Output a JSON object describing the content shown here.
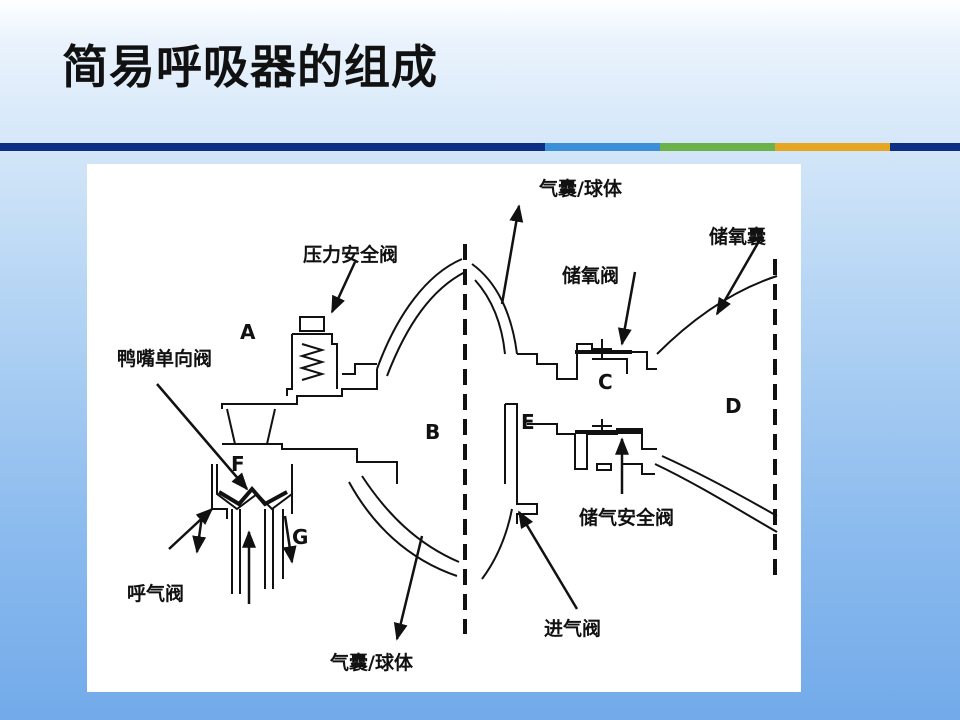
{
  "slide": {
    "title": "简易呼吸器的组成"
  },
  "colors": {
    "title_bar_main": "#0f2f85",
    "title_bar_blue": "#3b8fd8",
    "title_bar_green": "#6cb24a",
    "title_bar_orange": "#e5a623",
    "diagram_ink": "#111111"
  },
  "diagram": {
    "labels": {
      "pressure_safety_valve": "压力安全阀",
      "duckbill_valve": "鸭嘴单向阀",
      "exhale_valve": "呼气阀",
      "balloon_bottom": "气囊/球体",
      "balloon_top": "气囊/球体",
      "oxygen_storage_valve": "储氧阀",
      "oxygen_reservoir_bag": "储氧囊",
      "reservoir_safety_valve": "储气安全阀",
      "intake_valve": "进气阀"
    },
    "letters": {
      "a": "A",
      "b": "B",
      "c": "C",
      "d": "D",
      "e": "E",
      "f": "F",
      "g": "G"
    }
  }
}
